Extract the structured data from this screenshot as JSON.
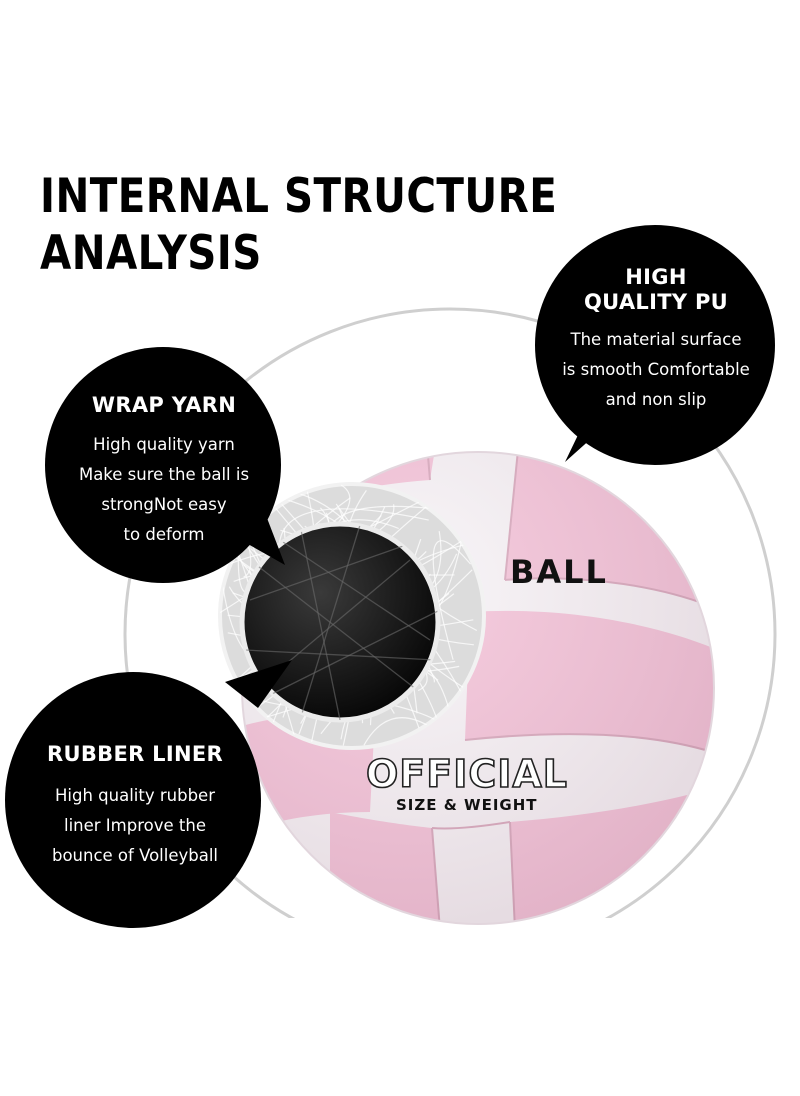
{
  "headline": {
    "line1": "INTERNAL STRUCTURE",
    "line2": "ANALYSIS"
  },
  "callouts": {
    "pu": {
      "title_line1": "HIGH",
      "title_line2": "QUALITY PU",
      "body": [
        "The material surface",
        "is smooth Comfortable",
        "and non slip"
      ]
    },
    "yarn": {
      "title": "WRAP YARN",
      "body": [
        "High quality yarn",
        "Make sure the ball is",
        "strongNot easy",
        "to deform"
      ]
    },
    "rubber": {
      "title": "RUBBER LINER",
      "body": [
        "High quality rubber",
        "liner Improve the",
        "bounce of Volleyball"
      ]
    }
  },
  "ball_print": {
    "word_top": "BALL",
    "word_main": "OFFICIAL",
    "word_sub": "SIZE & WEIGHT"
  },
  "colors": {
    "panel_pink": "#f4c4d9",
    "panel_white": "#f7f4f7",
    "bubble": "#000000",
    "ring": "#c9c9c9",
    "yarn": "#d9d9d9",
    "rubber": "#141414"
  },
  "icons": {
    "bubbles": "speech-bubble-shape",
    "cutaway": "layered-cross-section"
  }
}
